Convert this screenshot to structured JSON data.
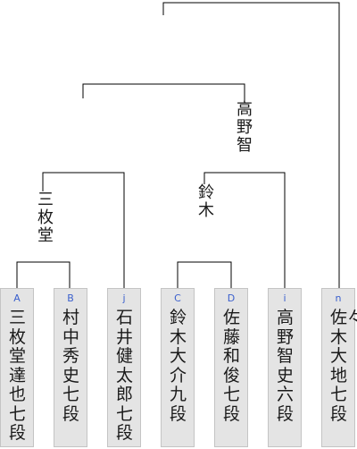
{
  "bracket": {
    "players": [
      {
        "id": "A",
        "name": "三枚堂達也七段"
      },
      {
        "id": "B",
        "name": "村中秀史七段"
      },
      {
        "id": "j",
        "name": "石井健太郎七段"
      },
      {
        "id": "C",
        "name": "鈴木大介九段"
      },
      {
        "id": "D",
        "name": "佐藤和俊七段"
      },
      {
        "id": "i",
        "name": "高野智史六段"
      },
      {
        "id": "n",
        "name": "佐々木大地七段"
      }
    ],
    "winners": {
      "sanmaido": "三枚堂",
      "suzuki": "鈴木",
      "takano": "高野智"
    }
  },
  "colors": {
    "box_background": "#e4e4e4",
    "box_border": "#c4c4c4",
    "id_text": "#3a5fcd",
    "line": "#000000"
  }
}
